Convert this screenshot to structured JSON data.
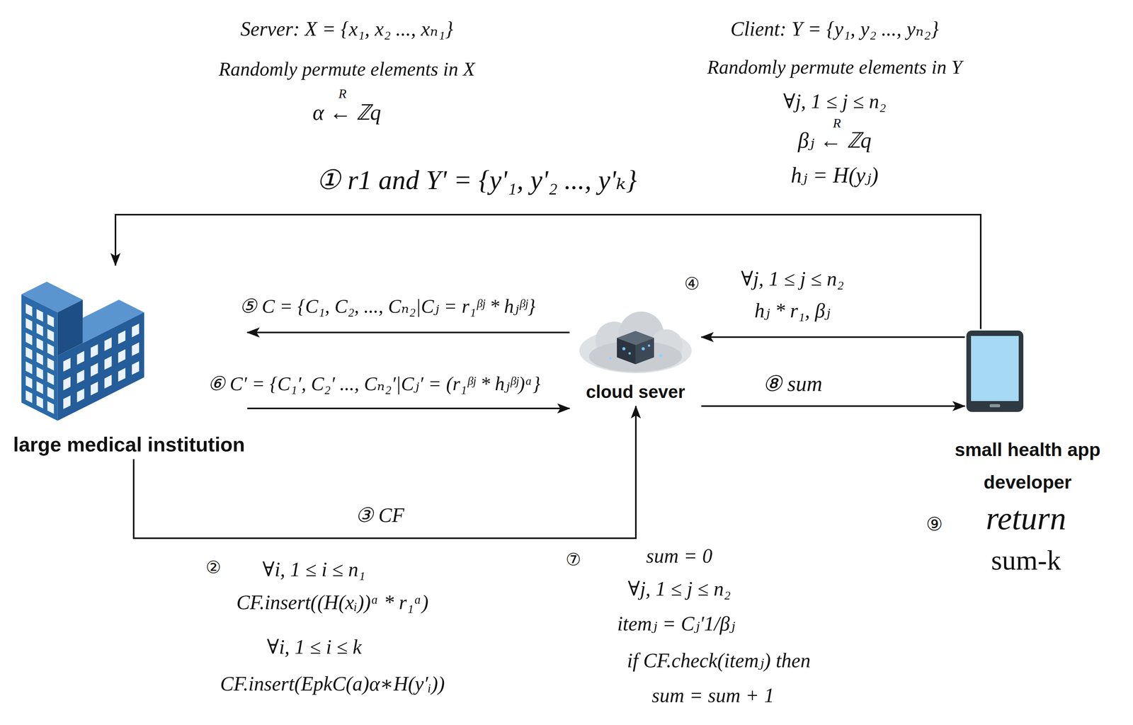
{
  "diagram": {
    "nodes": [
      {
        "text": [
          "large medical institution"
        ]
      },
      {
        "text": [
          "cloud sever"
        ]
      },
      {
        "text": [
          "small health app developer"
        ]
      }
    ],
    "edges": [
      {
        "from": 2,
        "to": 0,
        "arrow": "to",
        "label": "① r1 and Y' = {y'₁, y'₂ ..., y'ₖ}"
      },
      {
        "from": 0,
        "to": 1,
        "arrow": "to",
        "label": "③ CF"
      },
      {
        "from": 2,
        "to": 1,
        "arrow": "to",
        "label": "hⱼ * r₁, βⱼ"
      },
      {
        "from": 1,
        "to": 0,
        "arrow": "to",
        "label": "⑤ C = {C₁, C₂, ..., Cₙ₂|Cⱼ = r₁ᵝʲ * hⱼᵝʲ}"
      },
      {
        "from": 0,
        "to": 1,
        "arrow": "to",
        "label": "⑥ C′ = {C₁′, C₂′ ..., Cₙ₂′|Cⱼ′ = (r₁ᵝʲ * hⱼᵝʲ)ᵅ}"
      },
      {
        "from": 1,
        "to": 2,
        "arrow": "to",
        "label": "⑧ sum"
      }
    ],
    "labels": [
      "Server: X = {x₁, x₂ ..., xₙ₁}",
      "Randomly permute elements in X",
      "α ← ℤq",
      "R",
      "Client: Y = {y₁, y₂ ..., yₙ₂}",
      "Randomly permute elements in Y",
      "∀j, 1 ≤ j ≤ n₂",
      "R",
      "βⱼ ← ℤq",
      "hⱼ = H(yⱼ)",
      "④",
      "∀j, 1 ≤ j ≤ n₂",
      "②",
      "∀i, 1 ≤ i ≤ n₁",
      "CF.insert((H(xᵢ))ᵅ * r₁ᵅ)",
      "∀i, 1 ≤ i ≤ k",
      "CF.insert(EpkC(a)α∗H(y′ᵢ))",
      "⑦",
      "sum = 0",
      "∀j, 1 ≤ j ≤ n₂",
      "itemⱼ = Cⱼ′1/βⱼ",
      "if CF.check(itemⱼ) then",
      "sum = sum + 1",
      "⑨",
      "return",
      "sum-k"
    ]
  }
}
